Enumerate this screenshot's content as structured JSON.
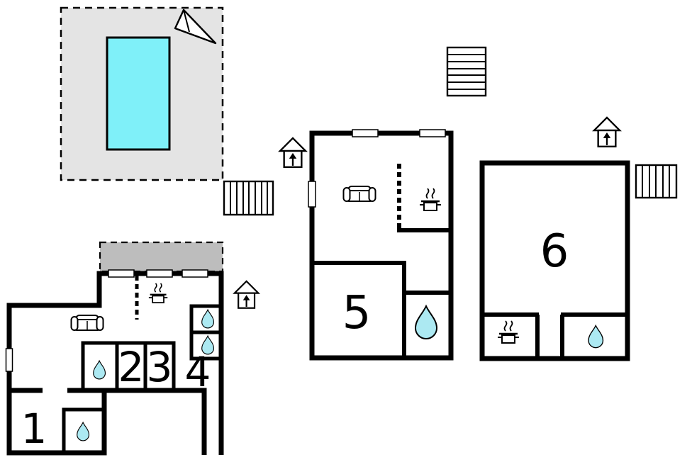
{
  "rooms": {
    "room1": "1",
    "room2": "2",
    "room3": "3",
    "room4": "4",
    "room5": "5",
    "room6": "6"
  },
  "colors": {
    "pool": "#7ff0f9",
    "water": "#ace9f2",
    "terrace_light": "#e4e4e4",
    "terrace_dark": "#bdbdbd",
    "wall": "#000000",
    "background": "#ffffff"
  },
  "icons": {
    "north_arrow": "north-arrow",
    "entrance": "house-with-up-arrow",
    "sofa": "sofa-top-view",
    "kitchen": "pot-with-steam",
    "bathroom": "water-drop",
    "stairs": "striped-stairs"
  }
}
